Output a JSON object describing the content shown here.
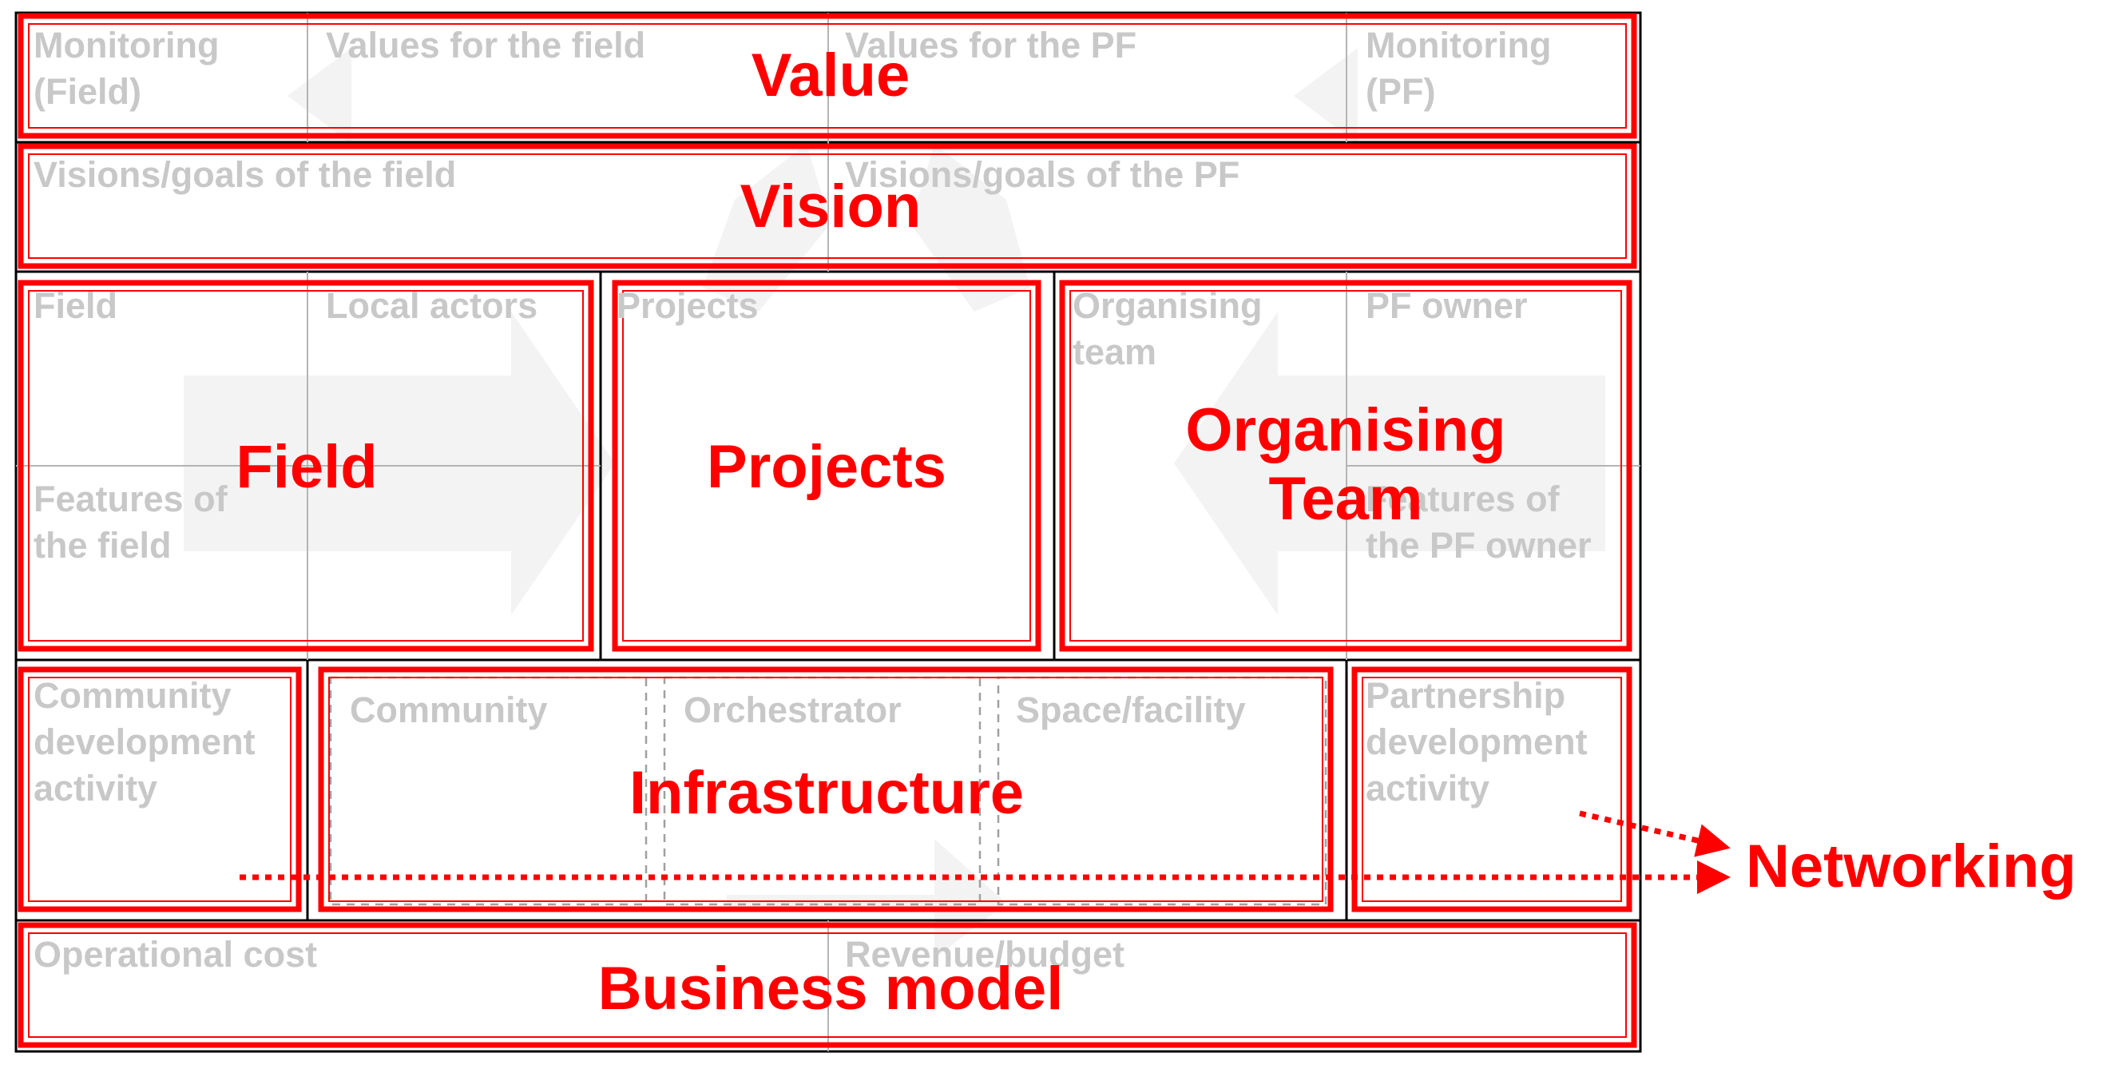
{
  "canvas_cells": {
    "monitoring_field": "Monitoring\n(Field)",
    "values_field": "Values for the field",
    "values_pf": "Values for the PF",
    "monitoring_pf": "Monitoring\n(PF)",
    "visions_field": "Visions/goals of the field",
    "visions_pf": "Visions/goals of the PF",
    "field": "Field",
    "local_actors": "Local actors",
    "projects": "Projects",
    "organising_team": "Organising\nteam",
    "pf_owner": "PF owner",
    "features_field": "Features of\nthe field",
    "features_pf_owner": "Features of\nthe PF owner",
    "community_dev": "Community\ndevelopment\nactivity",
    "community": "Community",
    "orchestrator": "Orchestrator",
    "space_facility": "Space/facility",
    "partnership_dev": "Partnership\ndevelopment\nactivity",
    "operational_cost": "Operational cost",
    "revenue_budget": "Revenue/budget"
  },
  "overlay_labels": {
    "value": "Value",
    "vision": "Vision",
    "field": "Field",
    "projects": "Projects",
    "organising_team": "Organising\nTeam",
    "infrastructure": "Infrastructure",
    "networking": "Networking",
    "business_model": "Business model"
  },
  "colors": {
    "highlight": "#ff0000",
    "canvas_text": "#c8c8c8",
    "grid_line": "#000000",
    "inner_line": "#b4b4b4",
    "dashed_box": "#a0a0a0",
    "watermark": "#f3f3f3"
  }
}
